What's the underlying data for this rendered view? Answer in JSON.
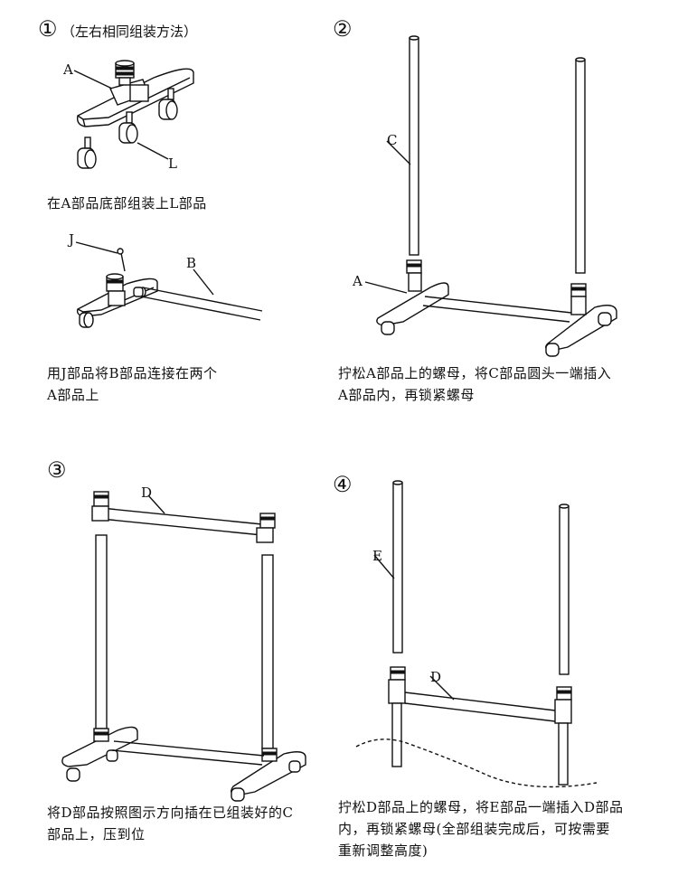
{
  "steps": [
    {
      "number": "①",
      "note": "（左右相同组装方法）",
      "labels": {
        "base": "A",
        "caster": "L",
        "screw": "J",
        "bar": "B"
      },
      "caption_1": "在A部品底部组装上L部品",
      "caption_2_line1": "用J部品将B部品连接在两个",
      "caption_2_line2": "A部品上"
    },
    {
      "number": "②",
      "labels": {
        "pole": "C",
        "base": "A"
      },
      "caption_line1": "拧松A部品上的螺母，将C部品圆头一端插入",
      "caption_line2": "A部品内，再锁紧螺母"
    },
    {
      "number": "③",
      "labels": {
        "bar": "D"
      },
      "caption_line1": "将D部品按照图示方向插在已组装好的C",
      "caption_line2": "部品上，压到位"
    },
    {
      "number": "④",
      "labels": {
        "pole": "E",
        "bar": "D"
      },
      "caption_line1": "拧松D部品上的螺母，将E部品一端插入D部品",
      "caption_line2": "内，再锁紧螺母(全部组装完成后，可按需要",
      "caption_line3": "重新调整高度)"
    }
  ]
}
